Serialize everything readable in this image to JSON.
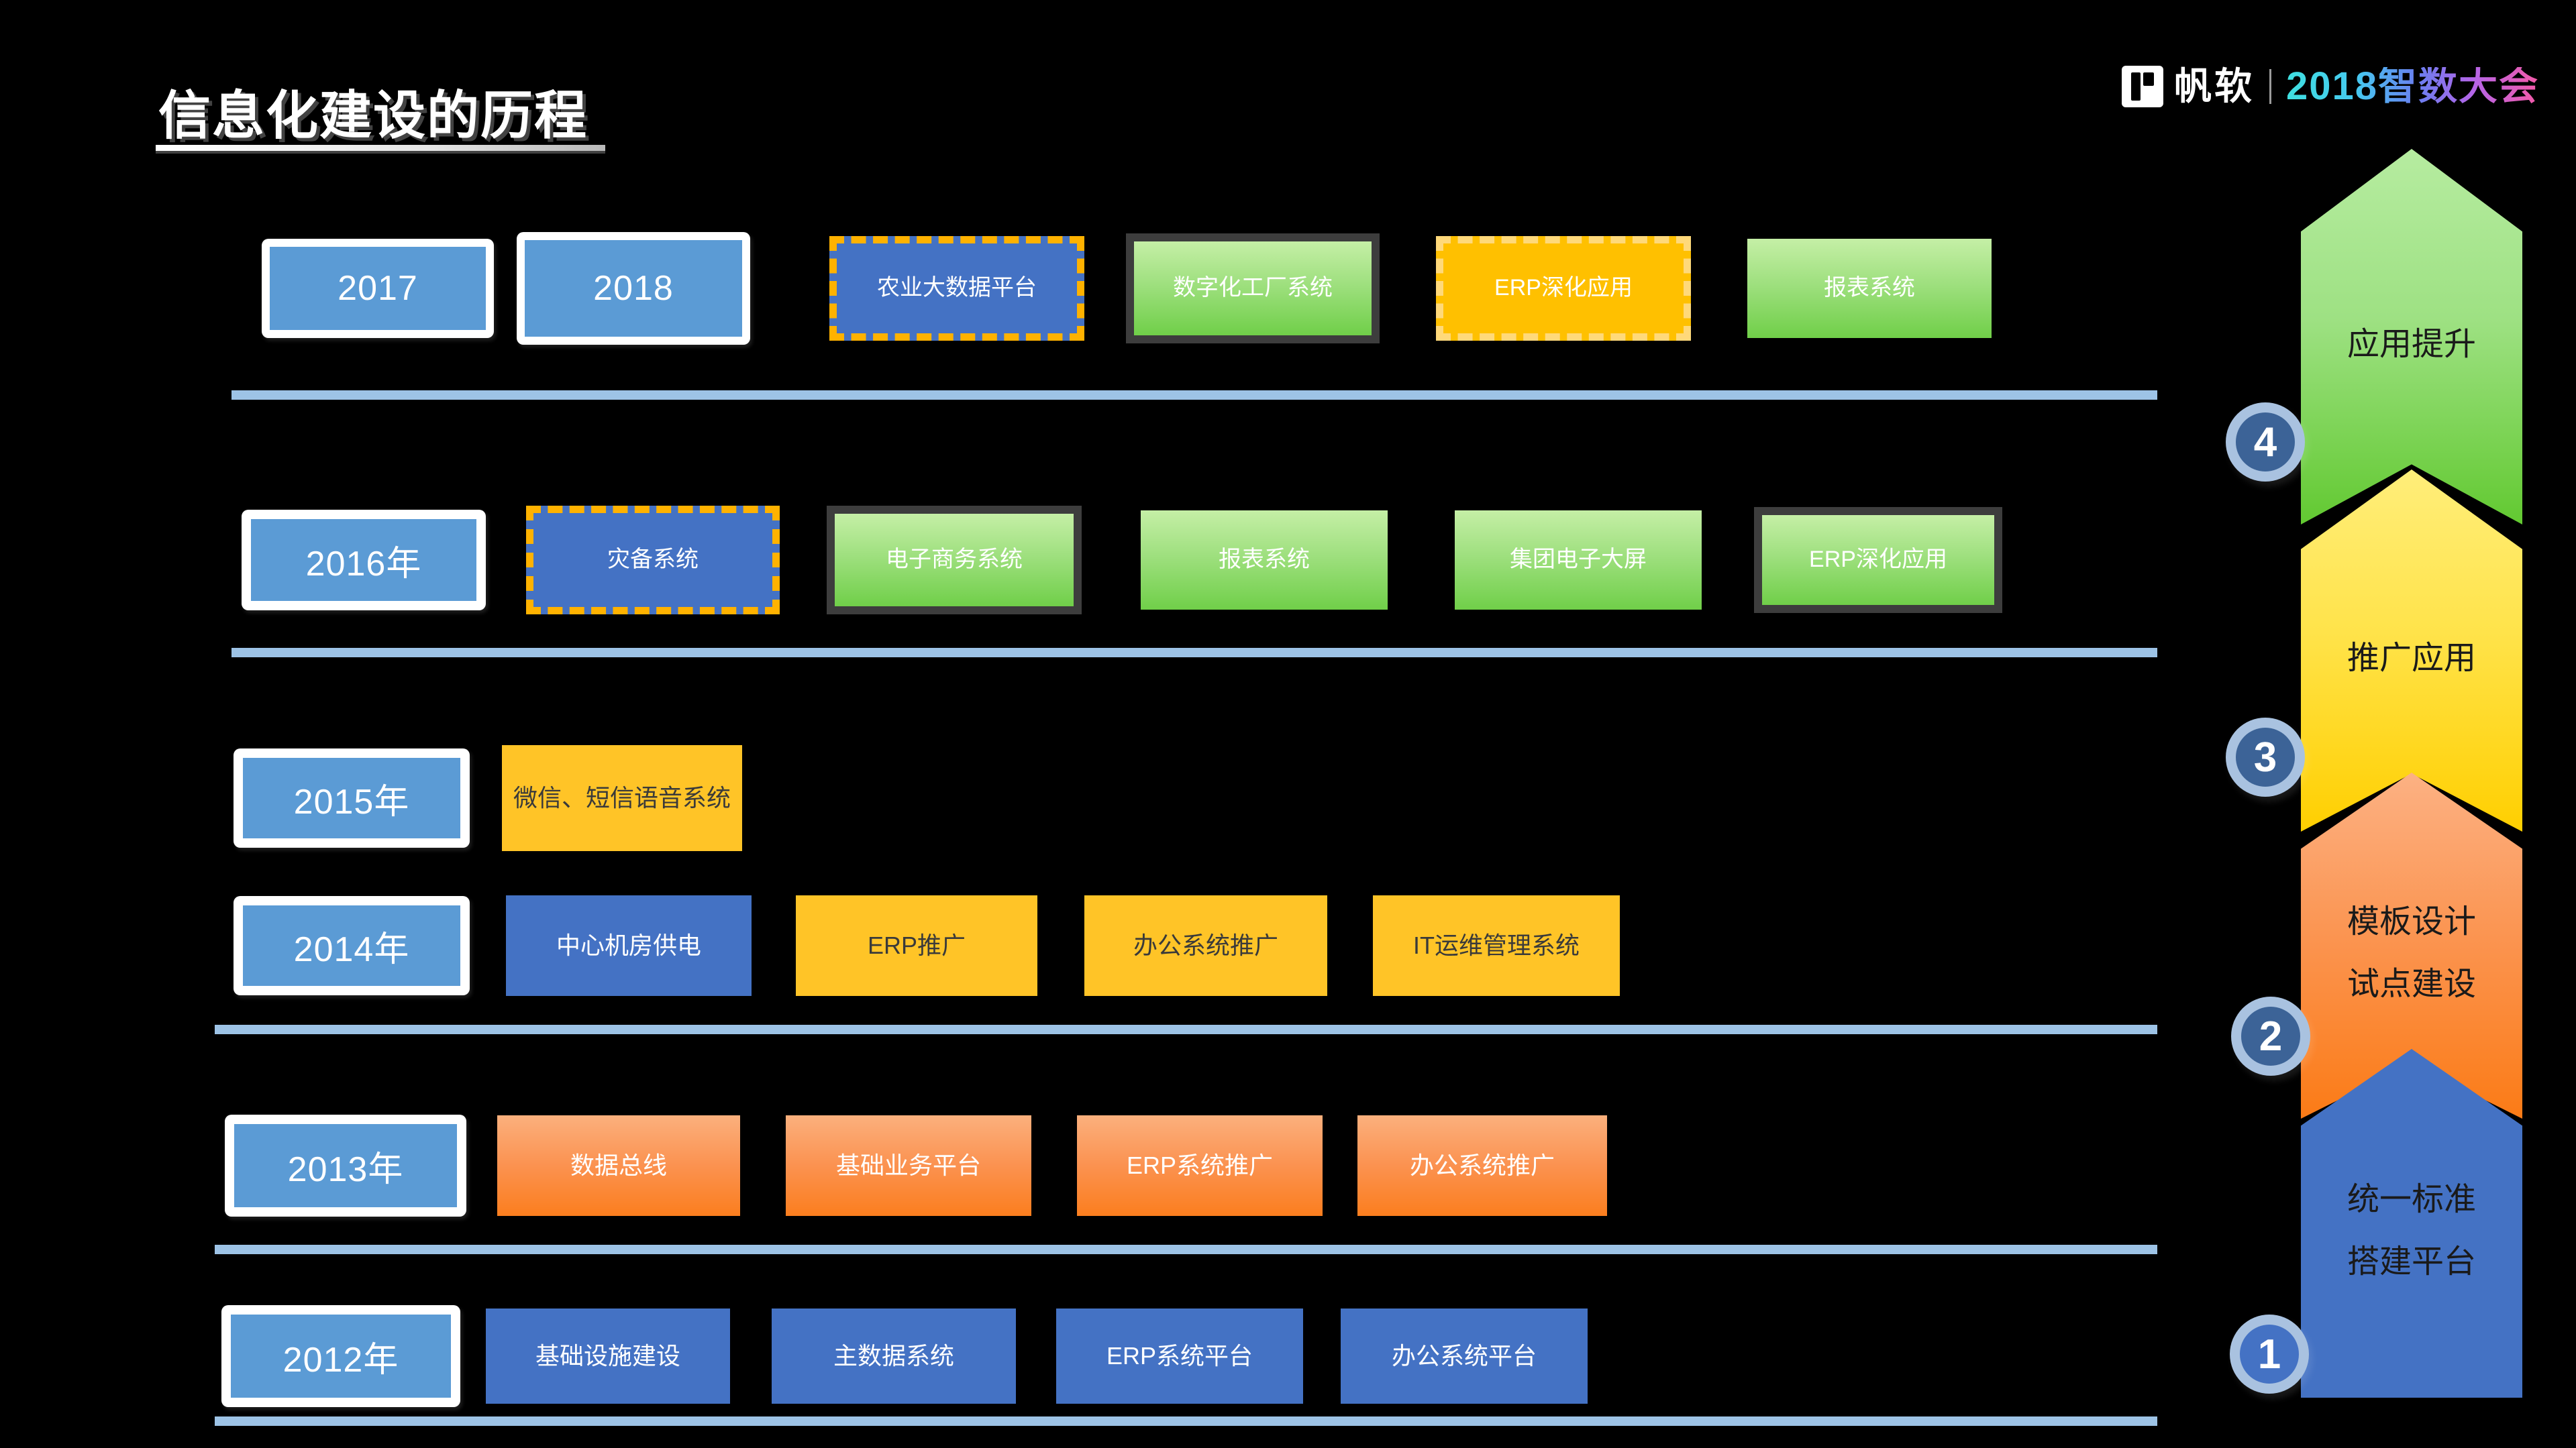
{
  "header": {
    "title": "信息化建设的历程",
    "brand_name": "帆软",
    "brand_event": "2018智数大会"
  },
  "timeline": {
    "rows": [
      {
        "id": "row-2017-2018",
        "years": [
          "2017",
          "2018"
        ],
        "items": [
          {
            "label": "农业大数据平台",
            "style": "blue-dashed"
          },
          {
            "label": "数字化工厂系统",
            "style": "green-framed"
          },
          {
            "label": "ERP深化应用",
            "style": "orange-dashed"
          },
          {
            "label": "报表系统",
            "style": "green"
          }
        ]
      },
      {
        "id": "row-2016",
        "years": [
          "2016年"
        ],
        "items": [
          {
            "label": "灾备系统",
            "style": "blue-dashed"
          },
          {
            "label": "电子商务系统",
            "style": "green-framed"
          },
          {
            "label": "报表系统",
            "style": "green"
          },
          {
            "label": "集团电子大屏",
            "style": "green"
          },
          {
            "label": "ERP深化应用",
            "style": "green-framed"
          }
        ]
      },
      {
        "id": "row-2015",
        "years": [
          "2015年"
        ],
        "items": [
          {
            "label": "微信、短信语音系统",
            "style": "amber"
          }
        ]
      },
      {
        "id": "row-2014",
        "years": [
          "2014年"
        ],
        "items": [
          {
            "label": "中心机房供电",
            "style": "blue-solid"
          },
          {
            "label": "ERP推广",
            "style": "amber"
          },
          {
            "label": "办公系统推广",
            "style": "amber"
          },
          {
            "label": "IT运维管理系统",
            "style": "amber"
          }
        ]
      },
      {
        "id": "row-2013",
        "years": [
          "2013年"
        ],
        "items": [
          {
            "label": "数据总线",
            "style": "orange-grad"
          },
          {
            "label": "基础业务平台",
            "style": "orange-grad"
          },
          {
            "label": "ERP系统推广",
            "style": "orange-grad"
          },
          {
            "label": "办公系统推广",
            "style": "orange-grad"
          }
        ]
      },
      {
        "id": "row-2012",
        "years": [
          "2012年"
        ],
        "items": [
          {
            "label": "基础设施建设",
            "style": "blue-solid"
          },
          {
            "label": "主数据系统",
            "style": "blue-solid"
          },
          {
            "label": "ERP系统平台",
            "style": "blue-solid"
          },
          {
            "label": "办公系统平台",
            "style": "blue-solid"
          }
        ]
      }
    ]
  },
  "stages": [
    {
      "number": "4",
      "line1": "应用提升",
      "line2": "",
      "color": "#8ed96a"
    },
    {
      "number": "3",
      "line1": "推广应用",
      "line2": "",
      "color": "#ffd400"
    },
    {
      "number": "2",
      "line1": "模板设计",
      "line2": "试点建设",
      "color": "#fb8c3c"
    },
    {
      "number": "1",
      "line1": "统一标准",
      "line2": "搭建平台",
      "color": "#4472c4"
    }
  ],
  "colors": {
    "background": "#000000",
    "divider": "#9dc3e6",
    "year_blue": "#5b9bd5",
    "badge_ring": "#a9c2e0",
    "badge_fill": "#3c6397"
  }
}
